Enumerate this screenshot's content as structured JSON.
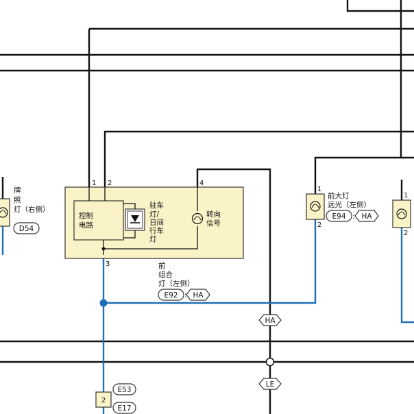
{
  "colors": {
    "wire_black": "#111111",
    "wire_blue": "#1f6fb4",
    "component_fill": "#fbf3c8"
  },
  "front_combo_lamp": {
    "label_lines": [
      "前",
      "组合",
      "灯（左侧）"
    ],
    "connector": "E92",
    "harness": "HA",
    "control_circuit": [
      "控制",
      "电路"
    ],
    "position_lamp": [
      "驻车",
      "灯/",
      "日间",
      "行车",
      "灯"
    ],
    "turn_signal": [
      "转向",
      "信号"
    ],
    "pins": {
      "p1": "1",
      "p2": "2",
      "p4": "4",
      "p3": "3"
    },
    "diode_icon": "led-diode-icon",
    "bulb_icon": "bulb-icon"
  },
  "license_lamp": {
    "label_lines": [
      "牌",
      "照",
      "灯（右侧）"
    ],
    "connector": "D54"
  },
  "headlamp_high": {
    "label_lines": [
      "前大灯",
      "远光（左侧）"
    ],
    "connector": "E94",
    "harness": "HA",
    "pins": {
      "p1": "1",
      "p2": "2"
    }
  },
  "right_partial": {
    "pins": {
      "p1": "1",
      "p2": "2"
    }
  },
  "harness_tags": {
    "upper": "HA",
    "lower": "LE"
  },
  "ground_connector": {
    "pin": "2",
    "connectors": [
      "E53",
      "E17"
    ]
  }
}
